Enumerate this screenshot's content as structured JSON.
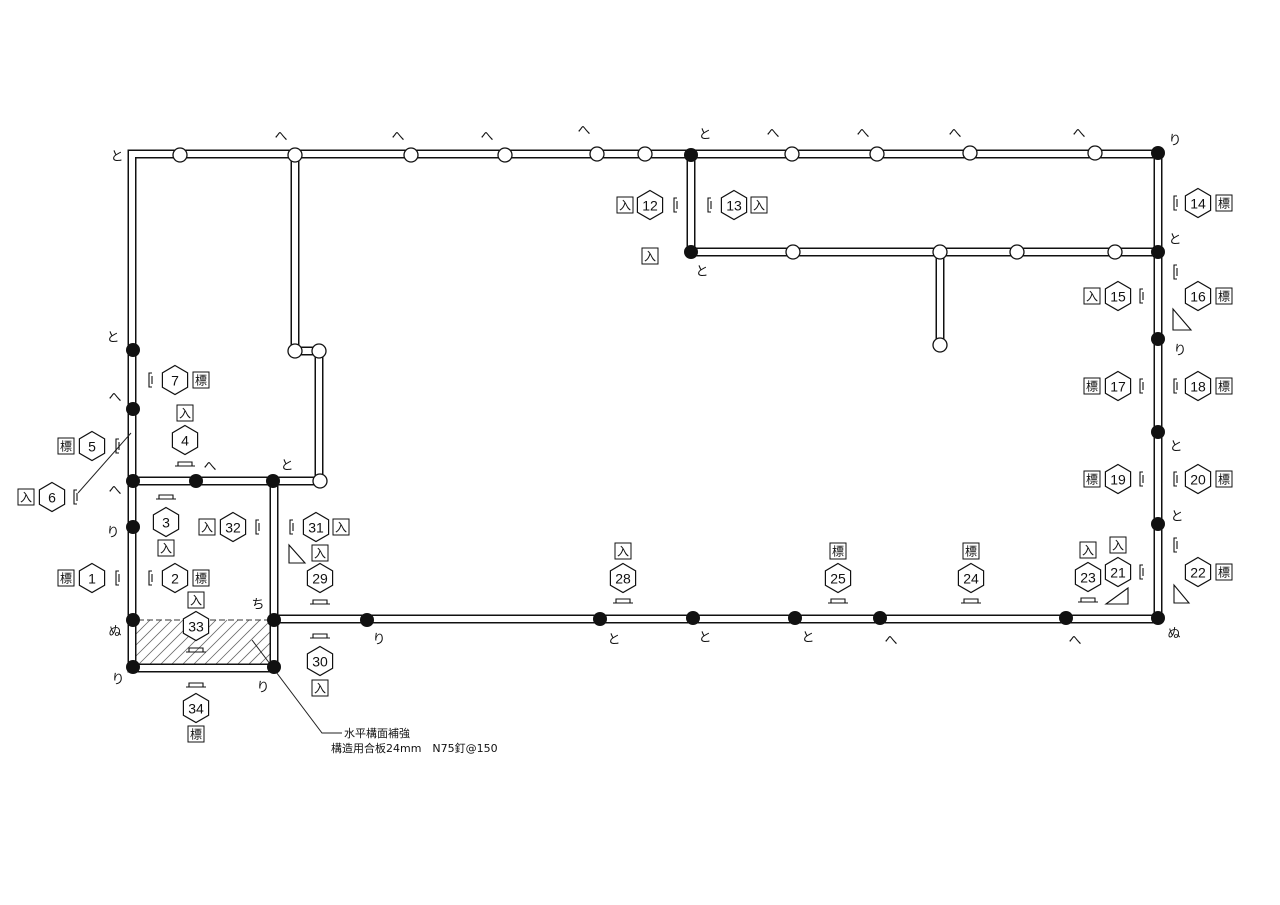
{
  "hex_labels": [
    {
      "no": "1",
      "tag": "標"
    },
    {
      "no": "2",
      "tag": "標"
    },
    {
      "no": "3",
      "tag": "入"
    },
    {
      "no": "4",
      "tag": "入"
    },
    {
      "no": "5",
      "tag": "標"
    },
    {
      "no": "6",
      "tag": "入"
    },
    {
      "no": "7",
      "tag": "標"
    },
    {
      "no": "12",
      "tag": "入"
    },
    {
      "no": "13",
      "tag": "入"
    },
    {
      "no": "14",
      "tag": "標"
    },
    {
      "no": "15",
      "tag": "入"
    },
    {
      "no": "16",
      "tag": "標"
    },
    {
      "no": "17",
      "tag": "標"
    },
    {
      "no": "18",
      "tag": "標"
    },
    {
      "no": "19",
      "tag": "標"
    },
    {
      "no": "20",
      "tag": "標"
    },
    {
      "no": "21",
      "tag": "入"
    },
    {
      "no": "22",
      "tag": "標"
    },
    {
      "no": "23",
      "tag": "入"
    },
    {
      "no": "24",
      "tag": "標"
    },
    {
      "no": "25",
      "tag": "標"
    },
    {
      "no": "28",
      "tag": "入"
    },
    {
      "no": "29",
      "tag": "入"
    },
    {
      "no": "30",
      "tag": "入"
    },
    {
      "no": "31",
      "tag": "入"
    },
    {
      "no": "32",
      "tag": "入"
    },
    {
      "no": "33",
      "tag": "入"
    },
    {
      "no": "34",
      "tag": "標"
    }
  ],
  "loose_tags": [
    "入"
  ],
  "grid_marks": [
    "と",
    "へ",
    "へ",
    "へ",
    "へ",
    "と",
    "へ",
    "へ",
    "へ",
    "へ",
    "り",
    "と",
    "と",
    "と",
    "へ",
    "へ",
    "と",
    "へ",
    "り",
    "ぬ",
    "り",
    "ち",
    "り",
    "り",
    "と",
    "と",
    "と",
    "へ",
    "へ",
    "ぬ",
    "り",
    "と",
    "と"
  ],
  "note": {
    "title": "水平構面補強",
    "spec": "構造用合板24mm　N75釘@150"
  }
}
